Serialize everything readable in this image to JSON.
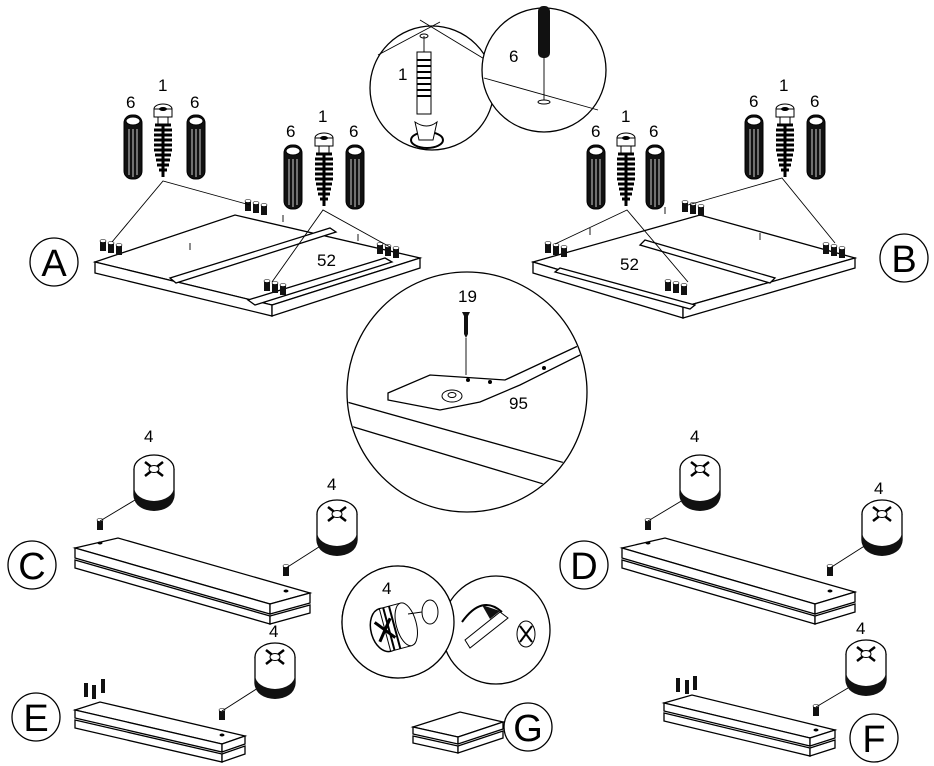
{
  "labels": {
    "A": "A",
    "B": "B",
    "C": "C",
    "D": "D",
    "E": "E",
    "F": "F",
    "G": "G"
  },
  "part_numbers": {
    "screw": "1",
    "dowel": "6",
    "cam": "4",
    "small_screw": "19",
    "rail": "95",
    "bracket": "52"
  }
}
